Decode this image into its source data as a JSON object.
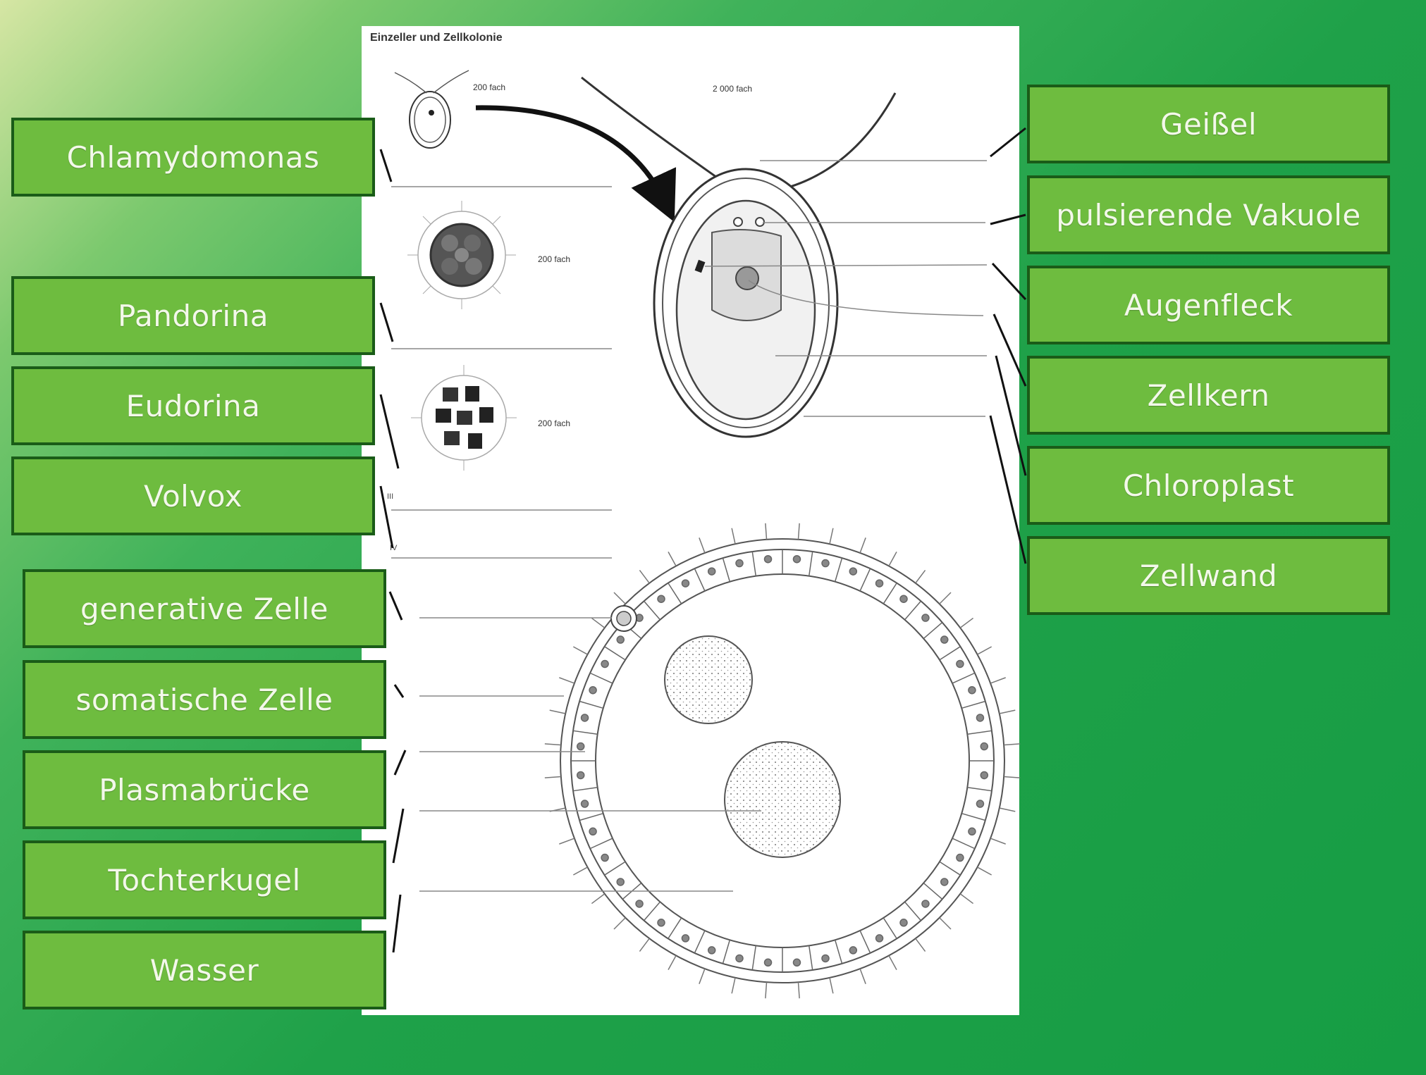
{
  "worksheet": {
    "title": "Einzeller und Zellkolonie",
    "magnifications": [
      "200 fach",
      "2 000 fach",
      "200 fach",
      "200 fach"
    ],
    "roman_numerals": [
      "III",
      "IV"
    ]
  },
  "left_labels": [
    "Chlamydomonas",
    "Pandorina",
    "Eudorina",
    "Volvox",
    "generative Zelle",
    "somatische Zelle",
    "Plasmabrücke",
    "Tochterkugel",
    "Wasser"
  ],
  "right_labels": [
    "Geißel",
    "pulsierende Vakuole",
    "Augenfleck",
    "Zellkern",
    "Chloroplast",
    "Zellwand"
  ],
  "colors": {
    "label_fill": "#6ebc3f",
    "label_border": "#1a5c18",
    "label_text": "#f3f8ea",
    "background": "#1fa149"
  }
}
